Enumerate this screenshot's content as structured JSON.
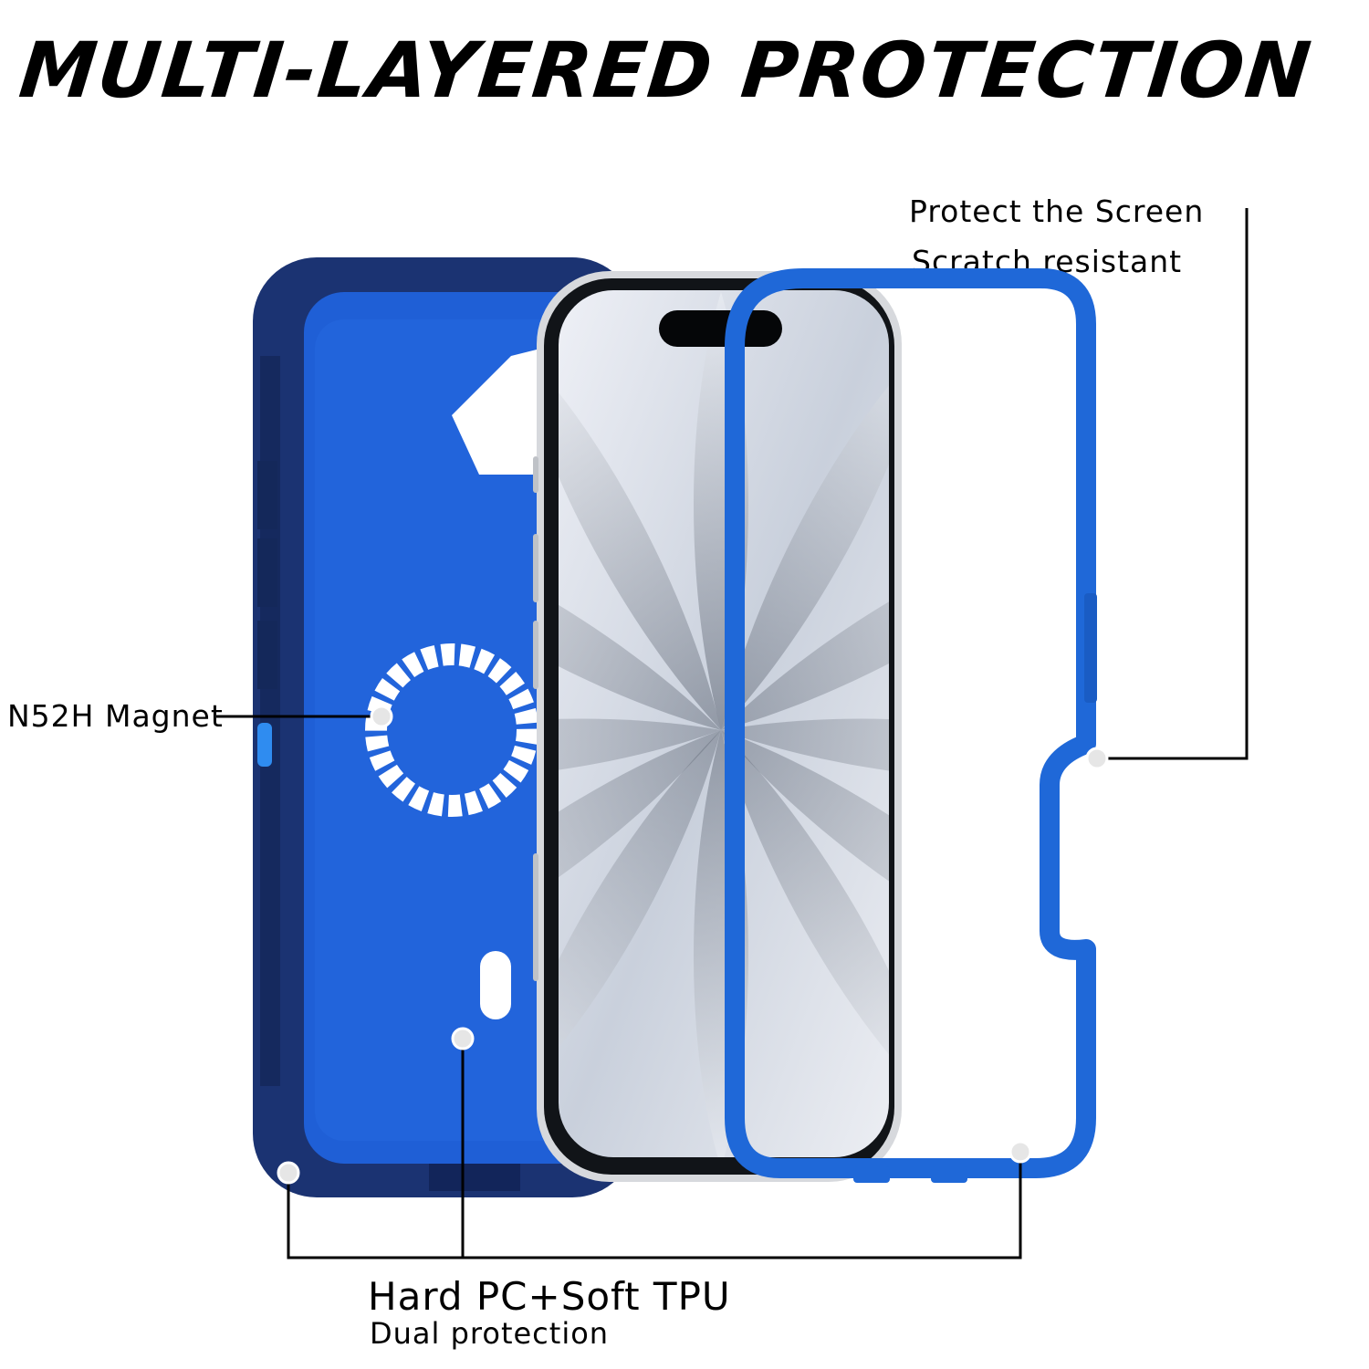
{
  "headline": "MULTI-LAYERED PROTECTION",
  "callouts": {
    "screen_title": "Protect the Screen",
    "screen_sub": "Scratch resistant",
    "magnet": "N52H Magnet",
    "material_title": "Hard PC+Soft TPU",
    "material_sub": "Dual protection"
  },
  "colors": {
    "navy": "#1b3372",
    "royal_blue": "#1f5fd6",
    "frame_blue": "#1f68d8",
    "silver": "#d7d9dd",
    "dot": "#e6e6e6"
  }
}
